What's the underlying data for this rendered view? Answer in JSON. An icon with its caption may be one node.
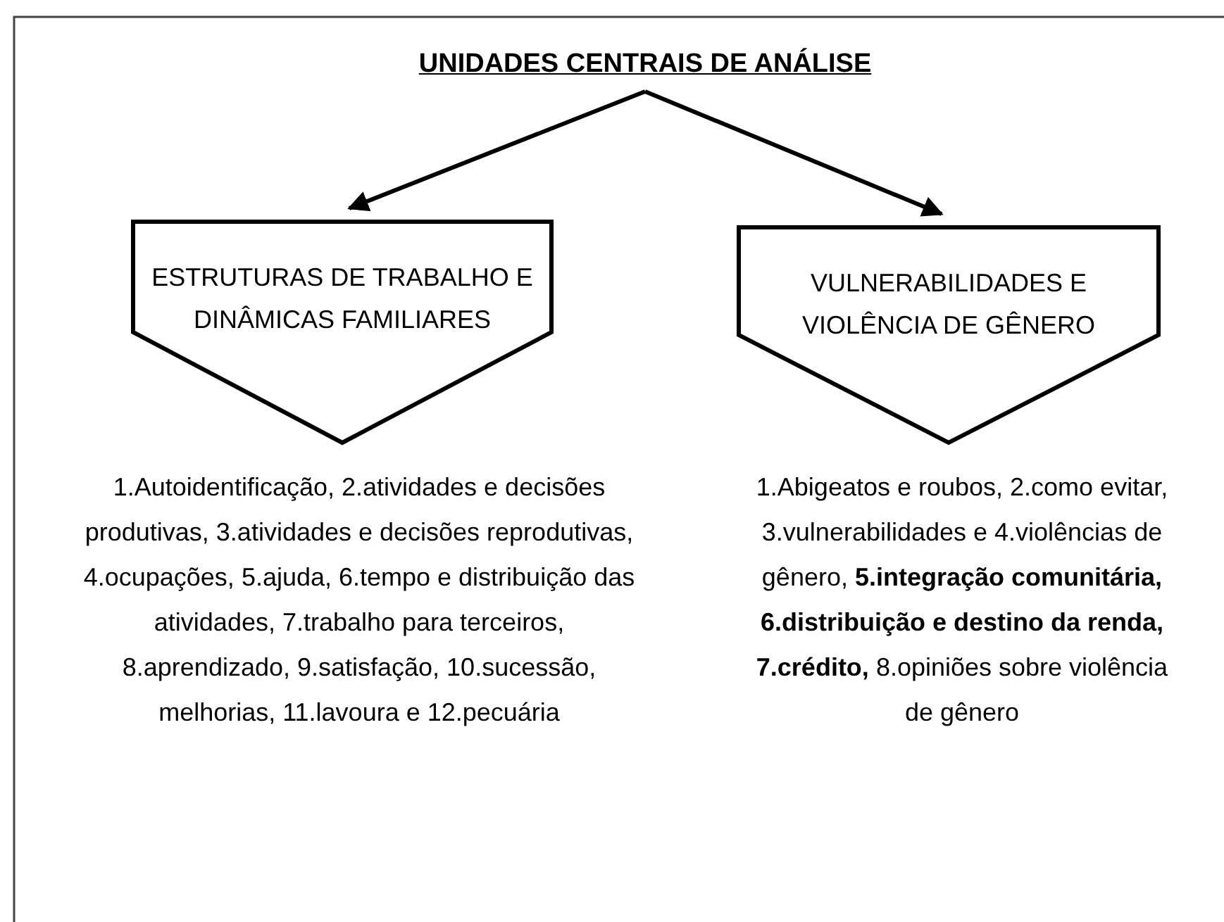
{
  "diagram": {
    "nodes": [
      {
        "text": [
          "UNIDADES CENTRAIS DE ANÁLISE"
        ]
      },
      {
        "text": [
          "ESTRUTURAS DE TRABALHO E DINÂMICAS FAMILIARES"
        ],
        "beside": [
          "1.Autoidentificação, 2.atividades e decisões produtivas, 3.atividades e decisões reprodutivas, 4.ocupações, 5.ajuda, 6.tempo e distribuição das atividades, 7.trabalho para terceiros, 8.aprendizado, 9.satisfação, 10.sucessão, melhorias, 11.lavoura e 12.pecuária"
        ]
      },
      {
        "text": [
          "VULNERABILIDADES E VIOLÊNCIA DE GÊNERO"
        ],
        "beside": [
          "1.Abigeatos e roubos, 2.como evitar, 3.vulnerabilidades e 4.violências de gênero, **5.integração comunitária, 6.distribuição e destino da renda, 7.crédito,** 8.opiniões sobre violência de gênero"
        ]
      }
    ],
    "edges": [
      {
        "from": 0,
        "to": 1,
        "arrow": "to"
      },
      {
        "from": 0,
        "to": 2,
        "arrow": "to"
      }
    ]
  }
}
